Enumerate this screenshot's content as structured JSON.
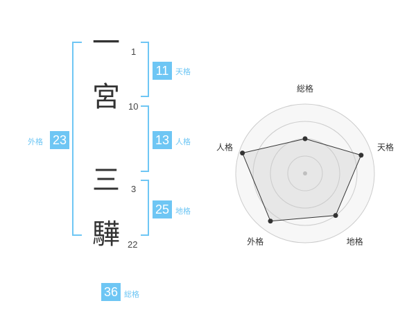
{
  "name_chars": [
    {
      "char": "一",
      "strokes": "1"
    },
    {
      "char": "宮",
      "strokes": "10"
    },
    {
      "char": "三",
      "strokes": "3"
    },
    {
      "char": "驊",
      "strokes": "22"
    }
  ],
  "fortunes": {
    "tenkaku": {
      "value": "11",
      "label": "天格"
    },
    "jinkaku": {
      "value": "13",
      "label": "人格"
    },
    "chikaku": {
      "value": "25",
      "label": "地格"
    },
    "gaikaku": {
      "value": "23",
      "label": "外格"
    },
    "soukaku": {
      "value": "36",
      "label": "総格"
    }
  },
  "chart_data": {
    "type": "radar",
    "axes": [
      "総格",
      "天格",
      "地格",
      "外格",
      "人格"
    ],
    "values": [
      0.5,
      0.85,
      0.75,
      0.85,
      0.95
    ],
    "max": 1,
    "rings": 4,
    "grid": true,
    "colors": {
      "fill": "#eeeeee",
      "ring": "#cccccc",
      "line": "#333333",
      "point": "#333333",
      "center": "#bbbbbb"
    }
  }
}
